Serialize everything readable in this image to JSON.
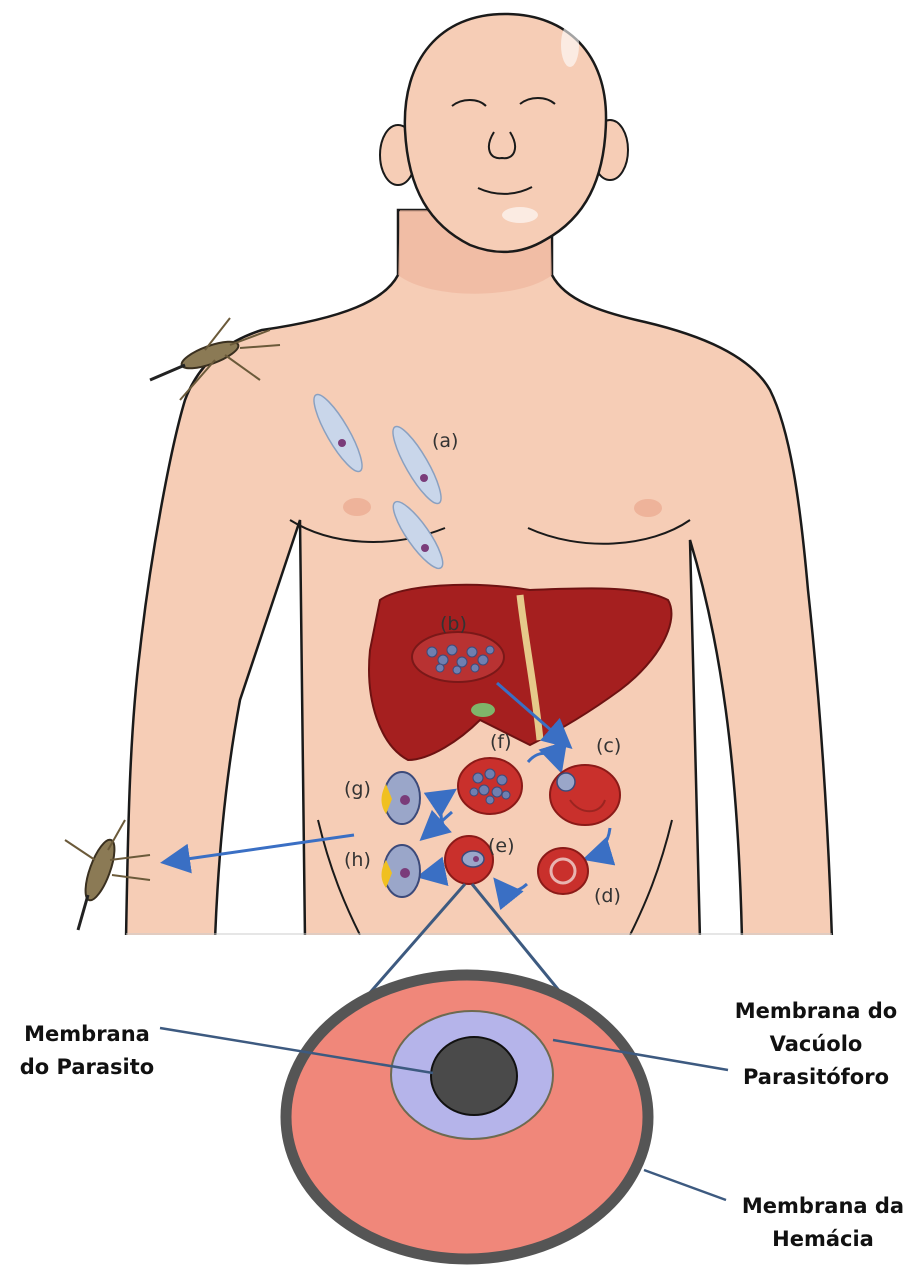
{
  "stages": {
    "a": "(a)",
    "b": "(b)",
    "c": "(c)",
    "d": "(d)",
    "e": "(e)",
    "f": "(f)",
    "g": "(g)",
    "h": "(h)"
  },
  "callouts": {
    "vacuole": {
      "line1": "Membrana do",
      "line2": "Vacúolo",
      "line3": "Parasitóforo"
    },
    "parasite": {
      "line1": "Membrana",
      "line2": "do Parasito"
    },
    "rbc": {
      "line1": "Membrana da",
      "line2": "Hemácia"
    }
  },
  "colors": {
    "skin": "#f6cdb6",
    "skin_shadow": "#eeb39a",
    "outline": "#1a1a1a",
    "liver": "#a51f1f",
    "blood_cell": "#c9302c",
    "arrow": "#3a6fc4",
    "sporozoite": "#c9d6ea",
    "nucleus": "#7a3c7a",
    "rbc_membrane": "#555555",
    "rbc_fill": "#f0877a",
    "vacuole_fill": "#b5b4ea",
    "parasite_fill": "#4a4a4a",
    "pointer_line": "#3d5a80"
  }
}
